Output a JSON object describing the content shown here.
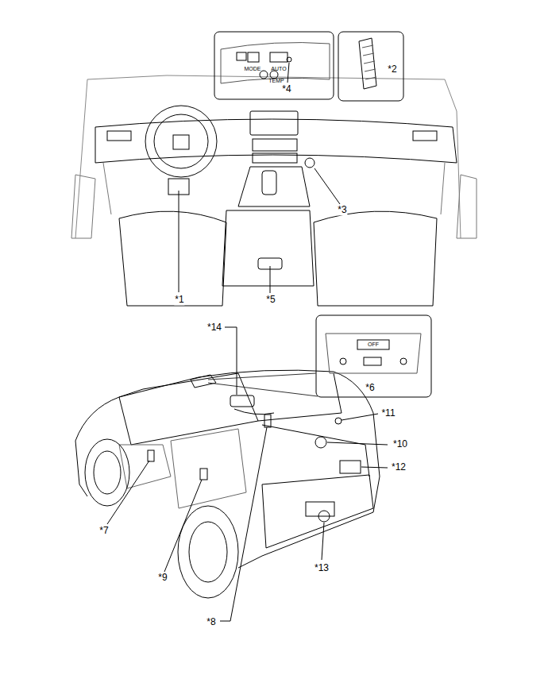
{
  "diagram": {
    "labels": [
      "*1",
      "*2",
      "*3",
      "*4",
      "*5",
      "*6",
      "*7",
      "*8",
      "*9",
      "*10",
      "*11",
      "*12",
      "*13",
      "*14",
      "MODE",
      "AUTO",
      "TEMP",
      "OFF"
    ]
  }
}
